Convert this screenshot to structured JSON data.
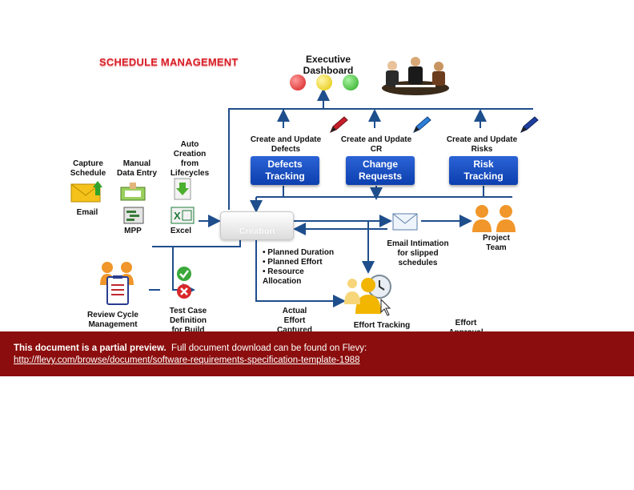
{
  "title": "SCHEDULE MANAGEMENT",
  "executive": {
    "line1": "Executive",
    "line2": "Dashboard"
  },
  "top_labels": [
    {
      "line1": "Create and Update",
      "line2": "Defects"
    },
    {
      "line1": "Create and Update",
      "line2": "CR"
    },
    {
      "line1": "Create and Update",
      "line2": "Risks"
    }
  ],
  "trackers": [
    {
      "line1": "Defects",
      "line2": "Tracking"
    },
    {
      "line1": "Change",
      "line2": "Requests"
    },
    {
      "line1": "Risk",
      "line2": "Tracking"
    }
  ],
  "inputs": {
    "capture": {
      "line1": "Capture",
      "line2": "Schedule"
    },
    "manual": {
      "line1": "Manual",
      "line2": "Data Entry"
    },
    "auto": {
      "line1": "Auto",
      "line2": "Creation",
      "line3": "from",
      "line4": "Lifecycles"
    },
    "email": "Email",
    "mpp": "MPP",
    "excel": "Excel"
  },
  "creation": "Creation",
  "bullets": [
    "• Planned Duration",
    "• Planned Effort",
    "• Resource",
    "Allocation"
  ],
  "email_intimation": {
    "line1": "Email Intimation",
    "line2": "for slipped",
    "line3": "schedules"
  },
  "project_team": {
    "line1": "Project",
    "line2": "Team"
  },
  "review": {
    "line1": "Review Cycle",
    "line2": "Management"
  },
  "testcase": {
    "line1": "Test Case",
    "line2": "Definition",
    "line3": "for Build"
  },
  "actual": {
    "line1": "Actual",
    "line2": "Effort",
    "line3": "Captured"
  },
  "effort_tracking": "Effort Tracking",
  "effort_approval": {
    "line1": "Effort",
    "line2": "Approval"
  },
  "banner": {
    "bold": "This document is a partial preview.",
    "rest": "Full document download can be found on Flevy:",
    "link": "http://flevy.com/browse/document/software-requirements-specification-template-1988"
  },
  "colors": {
    "arrow": "#1f4e8c",
    "tracker": "#1446c0",
    "banner": "#8b0d0d",
    "title": "#d8202a"
  }
}
